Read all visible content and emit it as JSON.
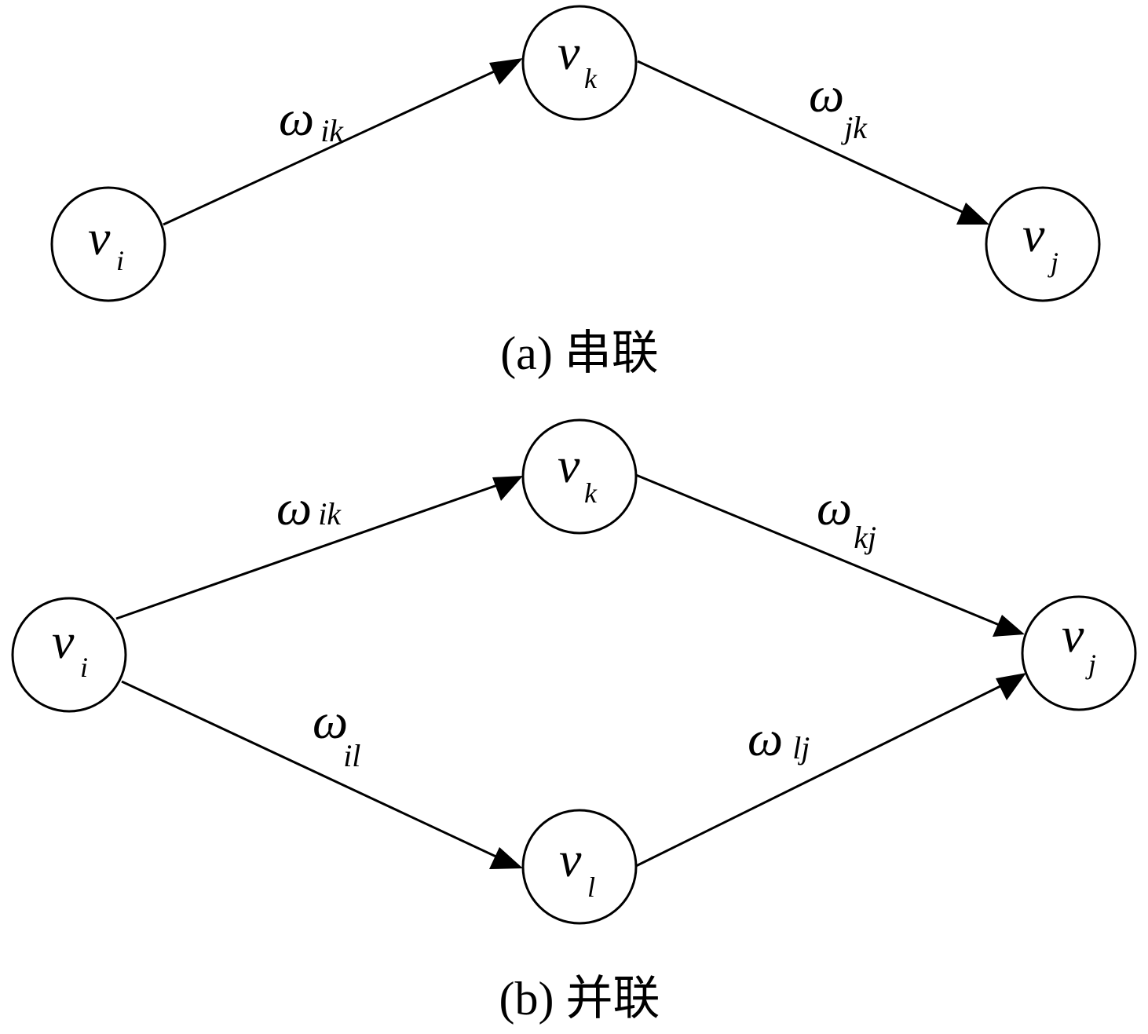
{
  "diagrams": [
    {
      "id": "series",
      "caption": "(a) 串联",
      "nodes": [
        {
          "id": "vi",
          "letter": "v",
          "sub": "i"
        },
        {
          "id": "vk",
          "letter": "v",
          "sub": "k"
        },
        {
          "id": "vj",
          "letter": "v",
          "sub": "j"
        }
      ],
      "edges": [
        {
          "from": "vi",
          "to": "vk",
          "symbol": "ω",
          "sub": "ik"
        },
        {
          "from": "vk",
          "to": "vj",
          "symbol": "ω",
          "sub": "jk"
        }
      ]
    },
    {
      "id": "parallel",
      "caption": "(b) 并联",
      "nodes": [
        {
          "id": "vi",
          "letter": "v",
          "sub": "i"
        },
        {
          "id": "vk",
          "letter": "v",
          "sub": "k"
        },
        {
          "id": "vl",
          "letter": "v",
          "sub": "l"
        },
        {
          "id": "vj",
          "letter": "v",
          "sub": "j"
        }
      ],
      "edges": [
        {
          "from": "vi",
          "to": "vk",
          "symbol": "ω",
          "sub": "ik"
        },
        {
          "from": "vk",
          "to": "vj",
          "symbol": "ω",
          "sub": "kj"
        },
        {
          "from": "vi",
          "to": "vl",
          "symbol": "ω",
          "sub": "il"
        },
        {
          "from": "vl",
          "to": "vj",
          "symbol": "ω",
          "sub": "lj"
        }
      ]
    }
  ]
}
